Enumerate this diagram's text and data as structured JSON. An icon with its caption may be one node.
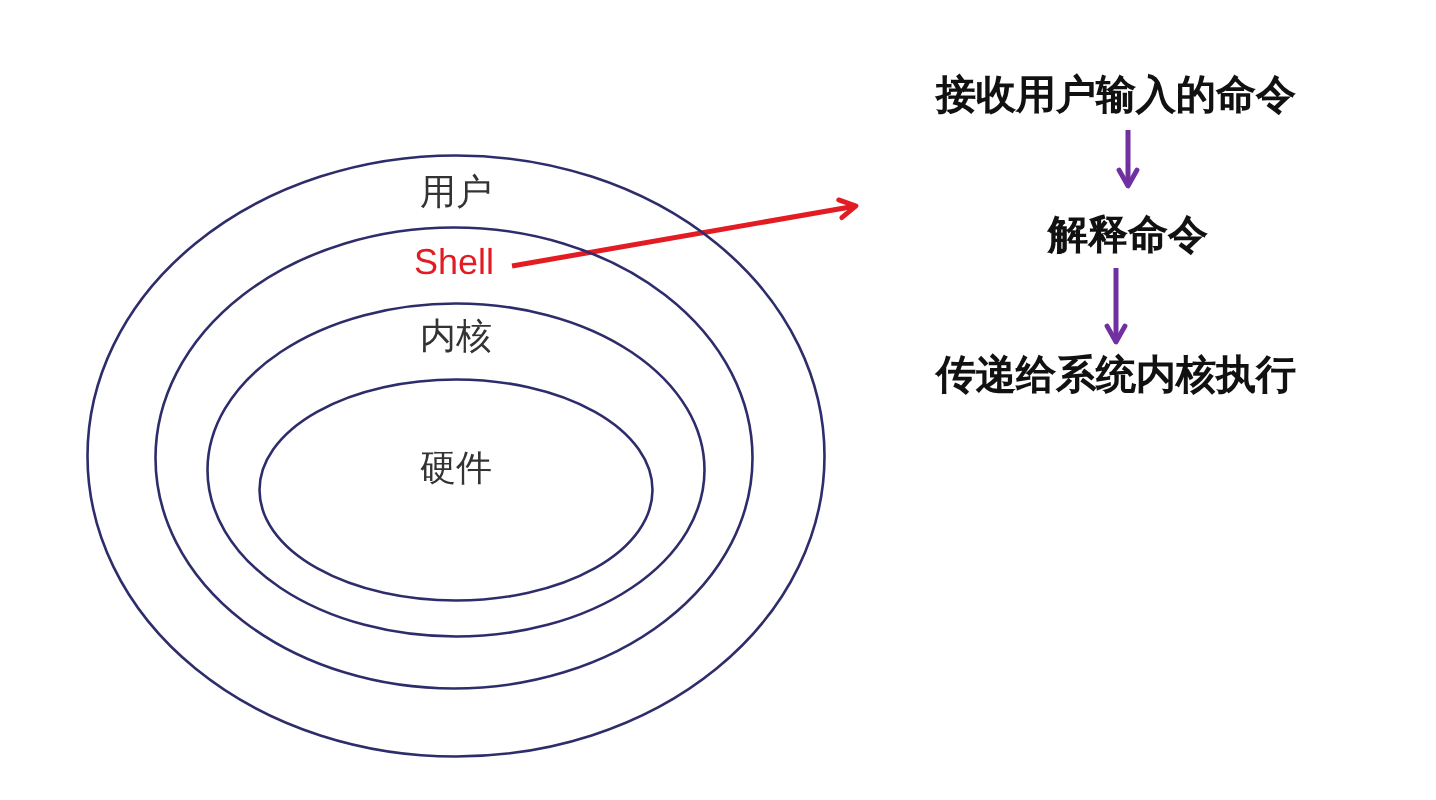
{
  "diagram": {
    "nodes": [
      {
        "text": [
          "用户"
        ]
      },
      {
        "text": [
          "Shell"
        ],
        "in": 0
      },
      {
        "text": [
          "内核"
        ],
        "in": 1
      },
      {
        "text": [
          "硬件"
        ],
        "in": 2
      },
      {
        "text": [
          "接收用户输入的命令"
        ]
      },
      {
        "text": [
          "解释命令"
        ]
      },
      {
        "text": [
          "传递给系统内核执行"
        ]
      }
    ],
    "edges": [
      {
        "from": 1,
        "to": null,
        "arrow": "to",
        "color": "#e31b23"
      },
      {
        "from": 4,
        "to": 5,
        "arrow": "to"
      },
      {
        "from": 5,
        "to": 6,
        "arrow": "to"
      }
    ]
  }
}
